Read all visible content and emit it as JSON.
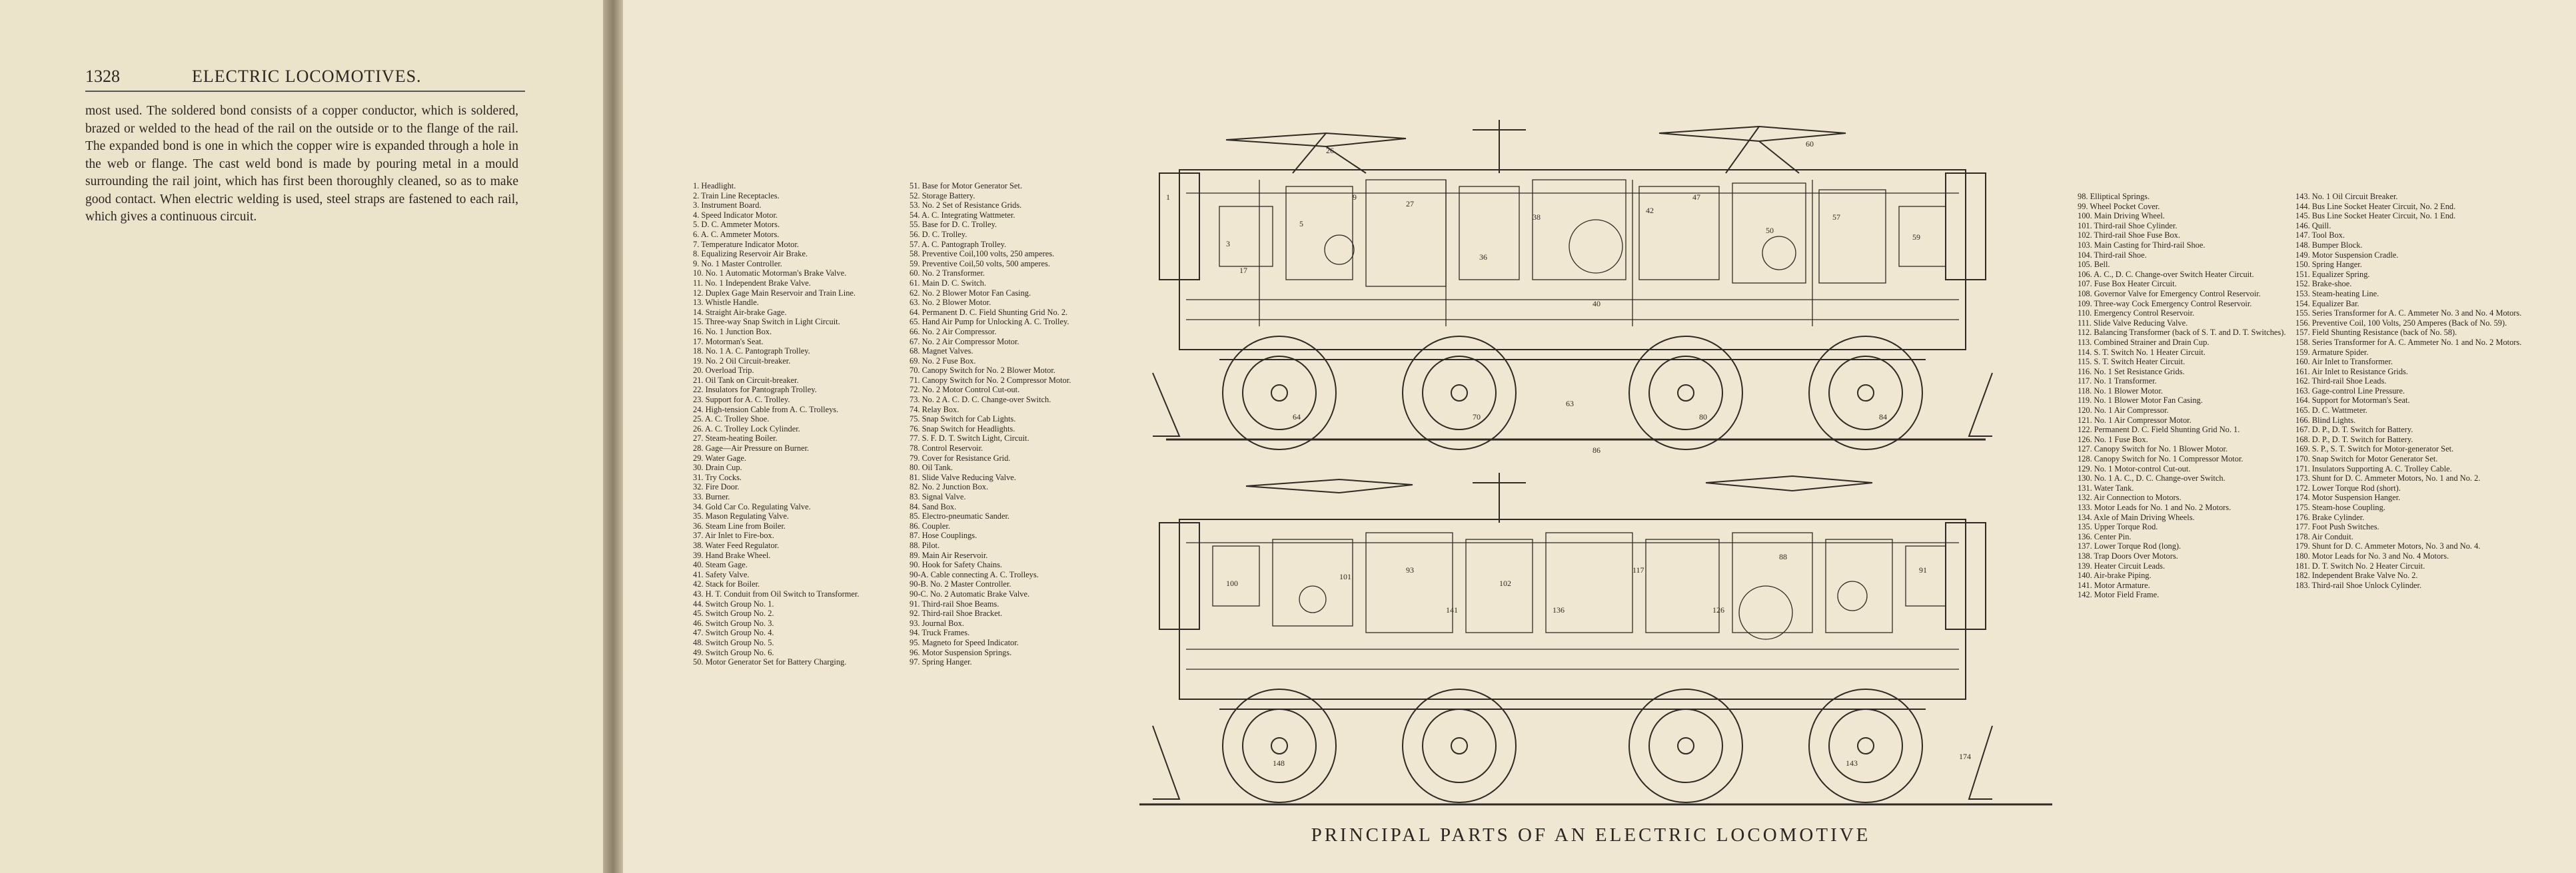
{
  "left_page": {
    "page_number": "1328",
    "running_title": "ELECTRIC LOCOMOTIVES.",
    "paragraph": "most used. The soldered bond consists of a copper conductor, which is soldered, brazed or welded to the head of the rail on the outside or to the flange of the rail. The expanded bond is one in which the copper wire is expanded through a hole in the web or flange. The cast weld bond is made by pouring metal in a mould surrounding the rail joint, which has first been thoroughly cleaned, so as to make good contact. When electric welding is used, steel straps are fastened to each rail, which gives a continuous circuit."
  },
  "plate": {
    "caption": "PRINCIPAL PARTS OF AN ELECTRIC LOCOMOTIVE",
    "legend_col1": [
      "1. Headlight.",
      "2. Train Line Receptacles.",
      "3. Instrument Board.",
      "4. Speed Indicator Motor.",
      "5. D. C. Ammeter Motors.",
      "6. A. C. Ammeter Motors.",
      "7. Temperature Indicator Motor.",
      "8. Equalizing Reservoir Air Brake.",
      "9. No. 1 Master Controller.",
      "10. No. 1 Automatic Motorman's Brake Valve.",
      "11. No. 1 Independent Brake Valve.",
      "12. Duplex Gage Main Reservoir and Train Line.",
      "13. Whistle Handle.",
      "14. Straight Air-brake Gage.",
      "15. Three-way Snap Switch in Light Circuit.",
      "16. No. 1 Junction Box.",
      "17. Motorman's Seat.",
      "18. No. 1 A. C. Pantograph Trolley.",
      "19. No. 2 Oil Circuit-breaker.",
      "20. Overload Trip.",
      "21. Oil Tank on Circuit-breaker.",
      "22. Insulators for Pantograph Trolley.",
      "23. Support for A. C. Trolley.",
      "24. High-tension Cable from A. C. Trolleys.",
      "25. A. C. Trolley Shoe.",
      "26. A. C. Trolley Lock Cylinder.",
      "27. Steam-heating Boiler.",
      "28. Gage—Air Pressure on Burner.",
      "29. Water Gage.",
      "30. Drain Cup.",
      "31. Try Cocks.",
      "32. Fire Door.",
      "33. Burner.",
      "34. Gold Car Co. Regulating Valve.",
      "35. Mason Regulating Valve.",
      "36. Steam Line from Boiler.",
      "37. Air Inlet to Fire-box.",
      "38. Water Feed Regulator.",
      "39. Hand Brake Wheel.",
      "40. Steam Gage.",
      "41. Safety Valve.",
      "42. Stack for Boiler.",
      "43. H. T. Conduit from Oil Switch to Transformer.",
      "44. Switch Group No. 1.",
      "45. Switch Group No. 2.",
      "46. Switch Group No. 3.",
      "47. Switch Group No. 4.",
      "48. Switch Group No. 5.",
      "49. Switch Group No. 6.",
      "50. Motor Generator Set for Battery Charging."
    ],
    "legend_col2": [
      "51. Base for Motor Generator Set.",
      "52. Storage Battery.",
      "53. No. 2 Set of Resistance Grids.",
      "54. A. C. Integrating Wattmeter.",
      "55. Base for D. C. Trolley.",
      "56. D. C. Trolley.",
      "57. A. C. Pantograph Trolley.",
      "58. Preventive Coil,100 volts, 250 amperes.",
      "59. Preventive Coil,50 volts, 500 amperes.",
      "60. No. 2 Transformer.",
      "61. Main D. C. Switch.",
      "62. No. 2 Blower Motor Fan Casing.",
      "63. No. 2 Blower Motor.",
      "64. Permanent D. C. Field Shunting Grid No. 2.",
      "65. Hand Air Pump for Unlocking A. C. Trolley.",
      "66. No. 2 Air Compressor.",
      "67. No. 2 Air Compressor Motor.",
      "68. Magnet Valves.",
      "69. No. 2 Fuse Box.",
      "70. Canopy Switch for No. 2 Blower Motor.",
      "71. Canopy Switch for No. 2 Compressor Motor.",
      "72. No. 2 Motor Control Cut-out.",
      "73. No. 2 A. C. D. C. Change-over Switch.",
      "74. Relay Box.",
      "75. Snap Switch for Cab Lights.",
      "76. Snap Switch for Headlights.",
      "77. S. F. D. T. Switch Light, Circuit.",
      "78. Control Reservoir.",
      "79. Cover for Resistance Grid.",
      "80. Oil Tank.",
      "81. Slide Valve Reducing Valve.",
      "82. No. 2 Junction Box.",
      "83. Signal Valve.",
      "84. Sand Box.",
      "85. Electro-pneumatic Sander.",
      "86. Coupler.",
      "87. Hose Couplings.",
      "88. Pilot.",
      "89. Main Air Reservoir.",
      "90. Hook for Safety Chains.",
      "90-A. Cable connecting A. C. Trolleys.",
      "90-B. No. 2 Master Controller.",
      "90-C. No. 2 Automatic Brake Valve.",
      "91. Third-rail Shoe Beams.",
      "92. Third-rail Shoe Bracket.",
      "93. Journal Box.",
      "94. Truck Frames.",
      "95. Magneto for Speed Indicator.",
      "96. Motor Suspension Springs.",
      "97. Spring Hanger."
    ],
    "legend_col3": [
      "98. Elliptical Springs.",
      "99. Wheel Pocket Cover.",
      "100. Main Driving Wheel.",
      "101. Third-rail Shoe Cylinder.",
      "102. Third-rail Shoe Fuse Box.",
      "103. Main Casting for Third-rail Shoe.",
      "104. Third-rail Shoe.",
      "105. Bell.",
      "106. A. C., D. C. Change-over Switch Heater Circuit.",
      "107. Fuse Box Heater Circuit.",
      "108. Governor Valve for Emergency Control Reservoir.",
      "109. Three-way Cock Emergency Control Reservoir.",
      "110. Emergency Control Reservoir.",
      "111. Slide Valve Reducing Valve.",
      "112. Balancing Transformer (back of S. T. and D. T. Switches).",
      "113. Combined Strainer and Drain Cup.",
      "114. S. T. Switch No. 1 Heater Circuit.",
      "115. S. T. Switch Heater Circuit.",
      "116. No. 1 Set Resistance Grids.",
      "117. No. 1 Transformer.",
      "118. No. 1 Blower Motor.",
      "119. No. 1 Blower Motor Fan Casing.",
      "120. No. 1 Air Compressor.",
      "121. No. 1 Air Compressor Motor.",
      "122. Permanent D. C. Field Shunting Grid No. 1.",
      "126. No. 1 Fuse Box.",
      "127. Canopy Switch for No. 1 Blower Motor.",
      "128. Canopy Switch for No. 1 Compressor Motor.",
      "129. No. 1 Motor-control Cut-out.",
      "130. No. 1 A. C., D. C. Change-over Switch.",
      "131. Water Tank.",
      "132. Air Connection to Motors.",
      "133. Motor Leads for No. 1 and No. 2 Motors.",
      "134. Axle of Main Driving Wheels.",
      "135. Upper Torque Rod.",
      "136. Center Pin.",
      "137. Lower Torque Rod (long).",
      "138. Trap Doors Over Motors.",
      "139. Heater Circuit Leads.",
      "140. Air-brake Piping.",
      "141. Motor Armature.",
      "142. Motor Field Frame."
    ],
    "legend_col4": [
      "143. No. 1 Oil Circuit Breaker.",
      "144. Bus Line Socket Heater Circuit, No. 2 End.",
      "145. Bus Line Socket Heater Circuit, No. 1 End.",
      "146. Quill.",
      "147. Tool Box.",
      "148. Bumper Block.",
      "149. Motor Suspension Cradle.",
      "150. Spring Hanger.",
      "151. Equalizer Spring.",
      "152. Brake-shoe.",
      "153. Steam-heating Line.",
      "154. Equalizer Bar.",
      "155. Series Transformer for A. C. Ammeter No. 3 and No. 4 Motors.",
      "156. Preventive Coil, 100 Volts, 250 Amperes (Back of No. 59).",
      "157. Field Shunting Resistance (back of No. 58).",
      "158. Series Transformer for A. C. Ammeter No. 1 and No. 2 Motors.",
      "159. Armature Spider.",
      "160. Air Inlet to Transformer.",
      "161. Air Inlet to Resistance Grids.",
      "162. Third-rail Shoe Leads.",
      "163. Gage-control Line Pressure.",
      "164. Support for Motorman's Seat.",
      "165. D. C. Wattmeter.",
      "166. Blind Lights.",
      "167. D. P., D. T. Switch for Battery.",
      "168. D. P., D. T. Switch for Battery.",
      "169. S. P., S. T. Switch for Motor-generator Set.",
      "170. Snap Switch for Motor Generator Set.",
      "171. Insulators Supporting A. C. Trolley Cable.",
      "173. Shunt for D. C. Ammeter Motors, No. 1 and No. 2.",
      "172. Lower Torque Rod (short).",
      "174. Motor Suspension Hanger.",
      "175. Steam-hose Coupling.",
      "176. Brake Cylinder.",
      "177. Foot Push Switches.",
      "178. Air Conduit.",
      "179. Shunt for D. C. Ammeter Motors, No. 3 and No. 4.",
      "180. Motor Leads for No. 3 and No. 4 Motors.",
      "181. D. T. Switch No. 2 Heater Circuit.",
      "182. Independent Brake Valve No. 2.",
      "183. Third-rail Shoe Unlock Cylinder."
    ],
    "drawing_labels": [
      "1",
      "3",
      "5",
      "9",
      "17",
      "26",
      "27",
      "36",
      "38",
      "40",
      "42",
      "47",
      "50",
      "57",
      "59",
      "60",
      "63",
      "64",
      "70",
      "80",
      "84",
      "86",
      "88",
      "91",
      "93",
      "100",
      "101",
      "102",
      "117",
      "126",
      "136",
      "141",
      "143",
      "148",
      "174"
    ]
  }
}
